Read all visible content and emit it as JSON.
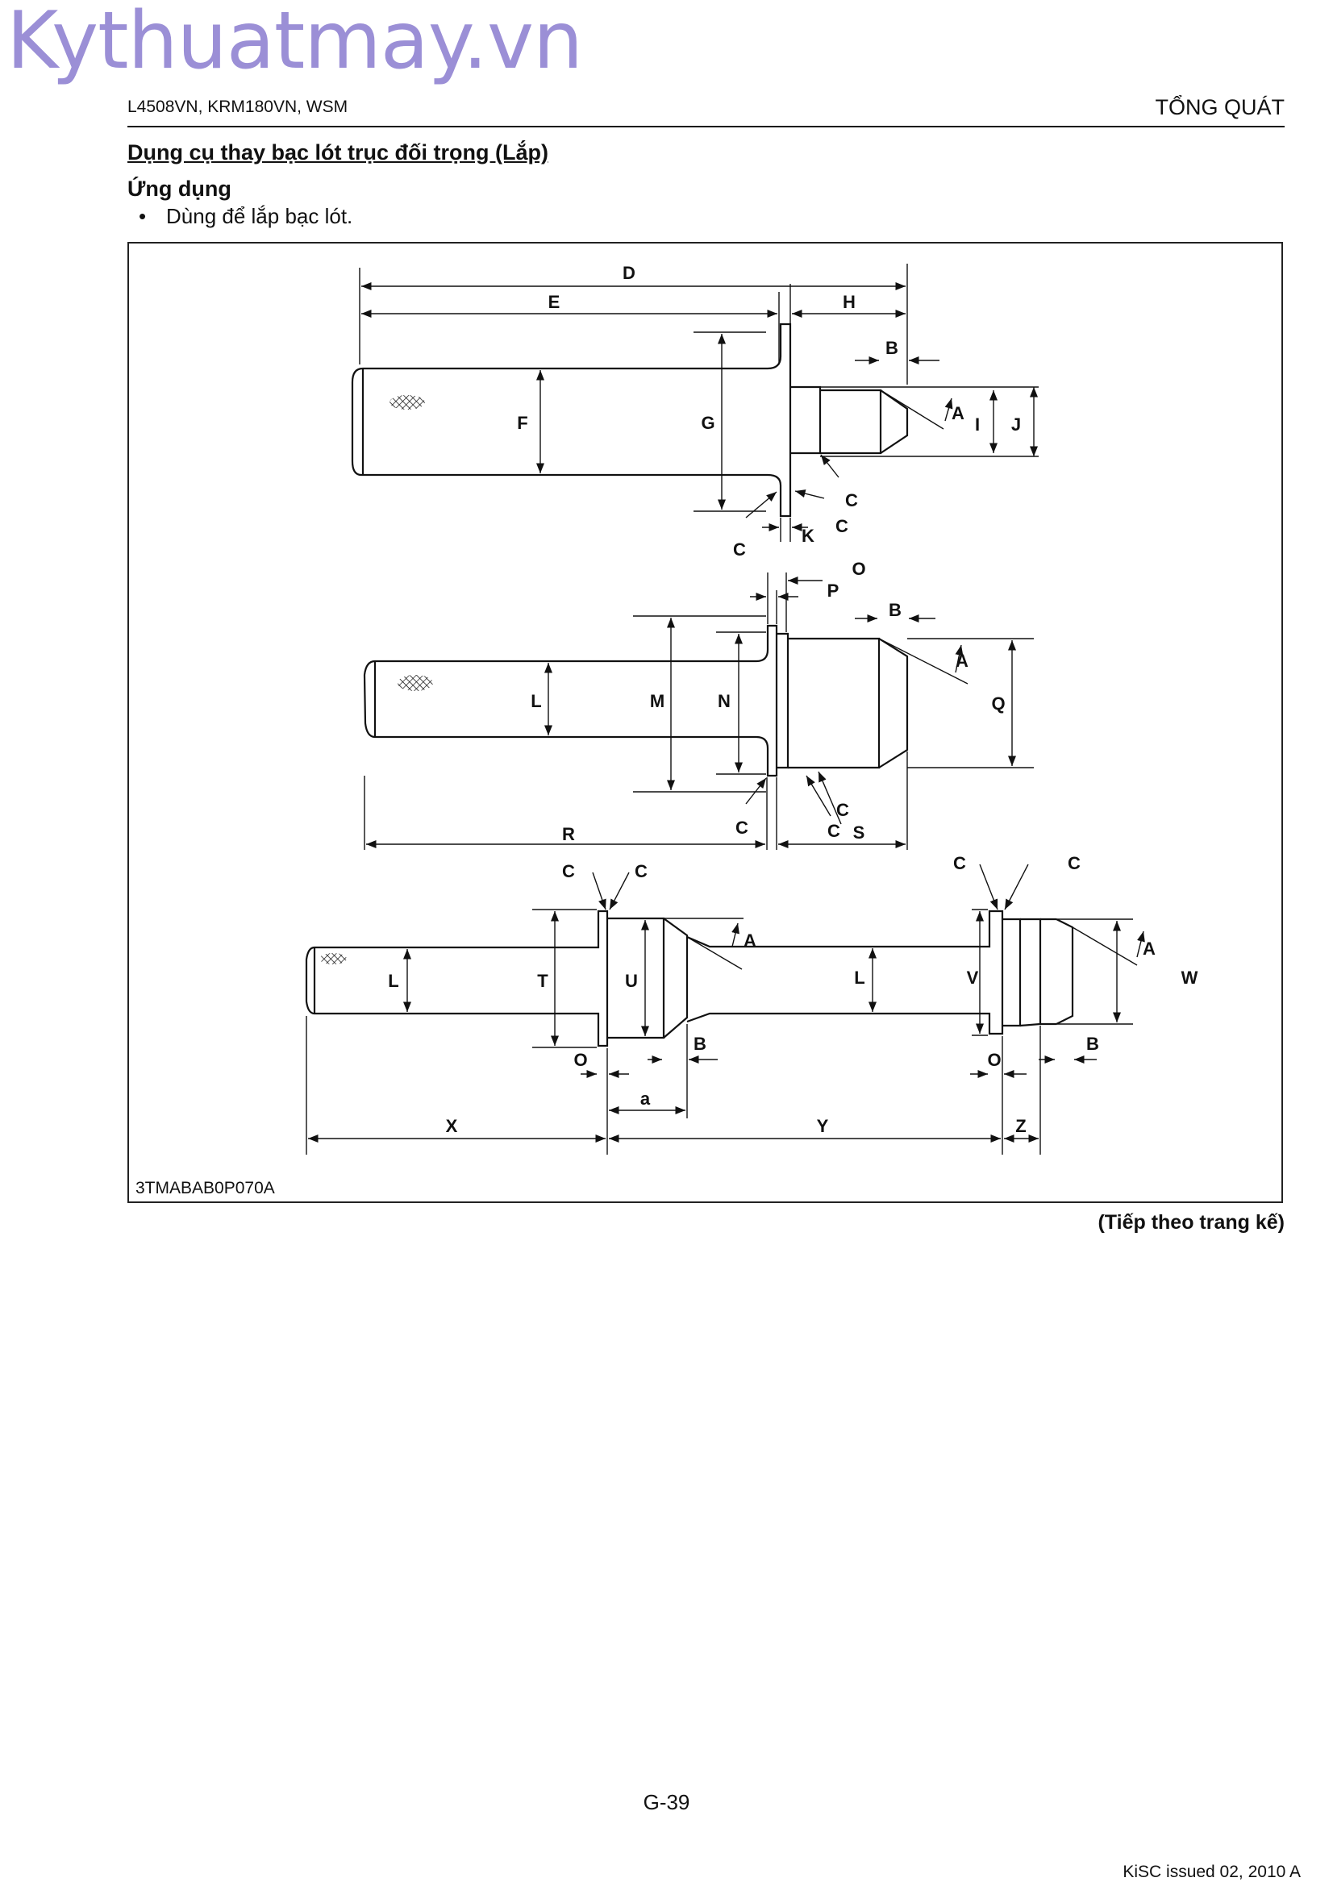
{
  "watermark": "Kythuatmay.vn",
  "header": {
    "models": "L4508VN, KRM180VN, WSM",
    "section": "TỔNG QUÁT"
  },
  "title": "Dụng cụ thay bạc lót trục đối trọng (Lắp)",
  "application": {
    "heading": "Ứng dụng",
    "bullet_symbol": "•",
    "bullet": "Dùng để lắp bạc lót."
  },
  "figure": {
    "code": "3TMABAB0P070A",
    "labels": {
      "A": "A",
      "B": "B",
      "C": "C",
      "D": "D",
      "E": "E",
      "F": "F",
      "G": "G",
      "H": "H",
      "I": "I",
      "J": "J",
      "K": "K",
      "L": "L",
      "M": "M",
      "N": "N",
      "O": "O",
      "P": "P",
      "Q": "Q",
      "R": "R",
      "S": "S",
      "T": "T",
      "U": "U",
      "V": "V",
      "W": "W",
      "X": "X",
      "Y": "Y",
      "Z": "Z",
      "a": "a"
    }
  },
  "continued": "(Tiếp theo trang kế)",
  "page_number": "G-39",
  "footer": "KiSC issued 02, 2010 A"
}
